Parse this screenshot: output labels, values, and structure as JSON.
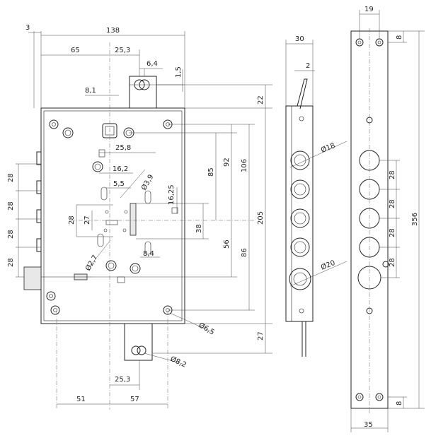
{
  "dimensions": {
    "top_3": "3",
    "top_138": "138",
    "top_65": "65",
    "top_25_3": "25,3",
    "top_6_4": "6,4",
    "top_1_5": "1,5",
    "top_8_1": "8,1",
    "d_25_8": "25,8",
    "d_16_2": "16,2",
    "d_5_5": "5,5",
    "d_16_25": "16,25",
    "d_phi_3_9": "Ø3,9",
    "d_phi_2_7": "Ø2,7",
    "d_28_inner": "28",
    "d_27_inner": "27",
    "d_8_4": "8,4",
    "d_38": "38",
    "d_56": "56",
    "d_85": "85",
    "d_86": "86",
    "d_92": "92",
    "d_106": "106",
    "d_205": "205",
    "d_22": "22",
    "d_27_right": "27",
    "d_phi_6_5": "Ø6,5",
    "d_phi_8_2": "Ø8,2",
    "bottom_25_3": "25,3",
    "bottom_51": "51",
    "bottom_57": "57",
    "left_28_a": "28",
    "left_28_b": "28",
    "left_28_c": "28",
    "left_28_d": "28",
    "side_30": "30",
    "side_2": "2",
    "side_phi_18": "Ø18",
    "side_phi_20": "Ø20",
    "plate_19": "19",
    "plate_8_top": "8",
    "plate_8_bottom": "8",
    "plate_356": "356",
    "plate_35": "35",
    "plate_28_a": "28",
    "plate_28_b": "28",
    "plate_28_c": "28",
    "plate_28_d": "28"
  }
}
